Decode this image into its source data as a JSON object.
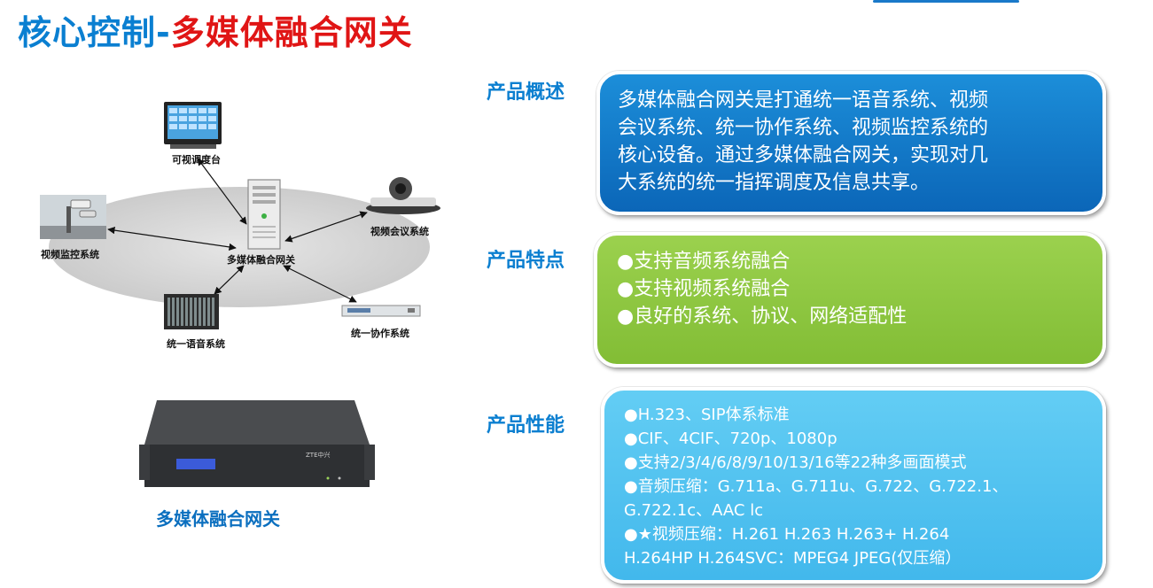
{
  "title": {
    "part1": "核心控制-",
    "part2": "多媒体融合网关"
  },
  "diagram": {
    "center": "多媒体融合网关",
    "top": "可视调度台",
    "left": "视频监控系统",
    "right": "视频会议系统",
    "bottom_left": "统一语音系统",
    "bottom_right": "统一协作系统"
  },
  "sections": {
    "overview": {
      "label": "产品概述",
      "lines": [
        "多媒体融合网关是打通统一语音系统、视频",
        "会议系统、统一协作系统、视频监控系统的",
        "核心设备。通过多媒体融合网关，实现对几",
        "大系统的统一指挥调度及信息共享。"
      ]
    },
    "features": {
      "label": "产品特点",
      "lines": [
        "●支持音频系统融合",
        "●支持视频系统融合",
        "●良好的系统、协议、网络适配性"
      ]
    },
    "performance": {
      "label": "产品性能",
      "lines": [
        "●H.323、SIP体系标准",
        "●CIF、4CIF、720p、1080p",
        "●支持2/3/4/6/8/9/10/13/16等22种多画面模式",
        "●音频压缩：G.711a、G.711u、G.722、G.722.1、",
        "G.722.1c、AAC lc",
        "●★视频压缩：H.261 H.263  H.263+ H.264",
        "H.264HP  H.264SVC：MPEG4 JPEG(仅压缩）"
      ]
    }
  },
  "product": {
    "caption": "多媒体融合网关",
    "brand": "ZTE中兴"
  }
}
